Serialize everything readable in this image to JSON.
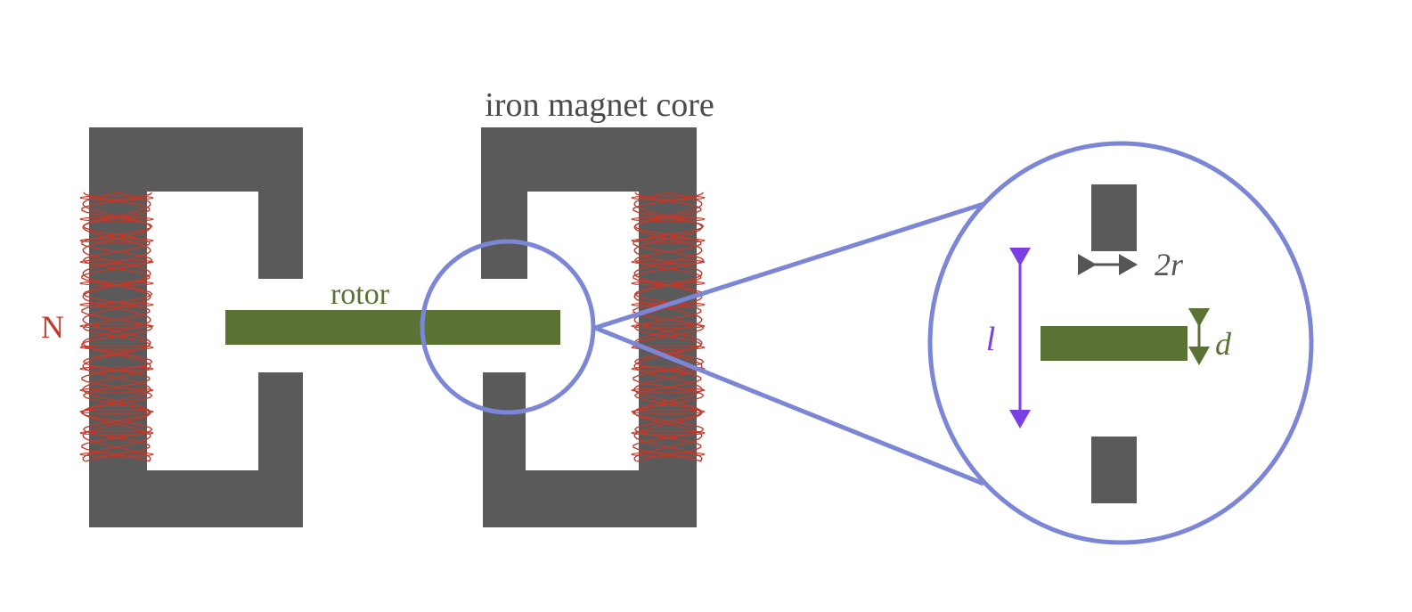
{
  "labels": {
    "core": "iron magnet core",
    "rotor": "rotor",
    "turns": "N",
    "gap_width": "2r",
    "length": "l",
    "thickness": "d"
  },
  "colors": {
    "background": "#ffffff",
    "iron": "#5a5a5a",
    "rotor": "#5a7334",
    "coil": "#c0392b",
    "magnifier": "#7b86d6",
    "length_arrow": "#7b3fe4",
    "text_gray": "#4a4a4a"
  }
}
